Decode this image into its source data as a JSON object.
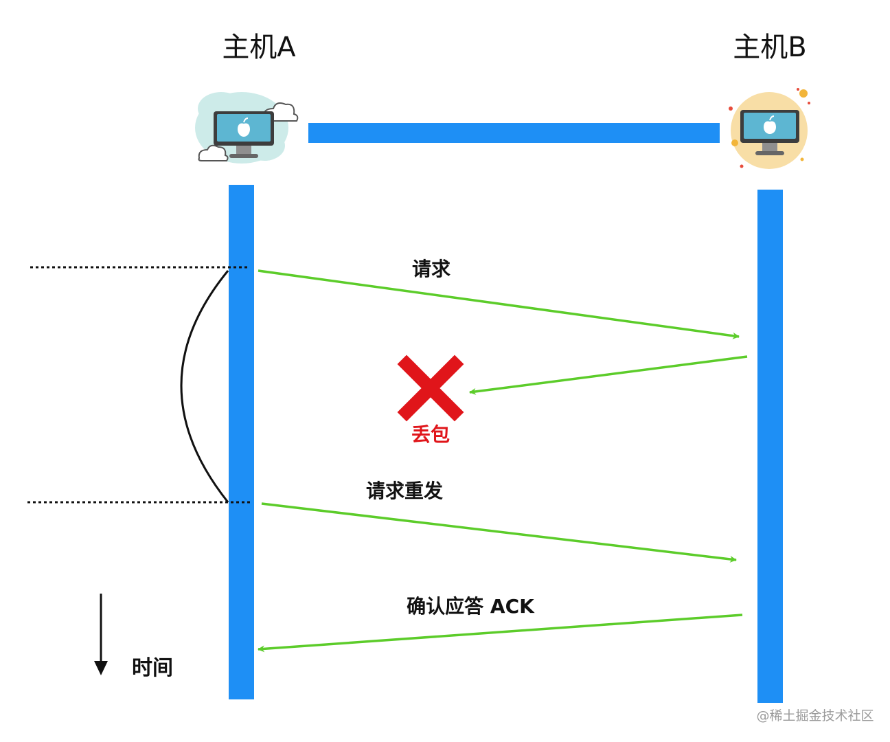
{
  "hosts": {
    "a": {
      "label": "主机A"
    },
    "b": {
      "label": "主机B"
    }
  },
  "messages": {
    "request": "请求",
    "reply_lost": "丢包",
    "resend": "请求重发",
    "ack": "确认应答 ACK"
  },
  "time_label": "时间",
  "watermark": "@稀土掘金技术社区",
  "colors": {
    "lifeline": "#1e8ff5",
    "message_arrow": "#5ccc2a",
    "loss_mark": "#e0151a",
    "host_a_bg": "#cdebe9",
    "host_b_bg": "#f8dea6"
  },
  "icons": {
    "host_a": "computer-cloud-icon",
    "host_b": "computer-sun-icon",
    "loss": "red-cross-icon",
    "time": "down-arrow-icon"
  }
}
